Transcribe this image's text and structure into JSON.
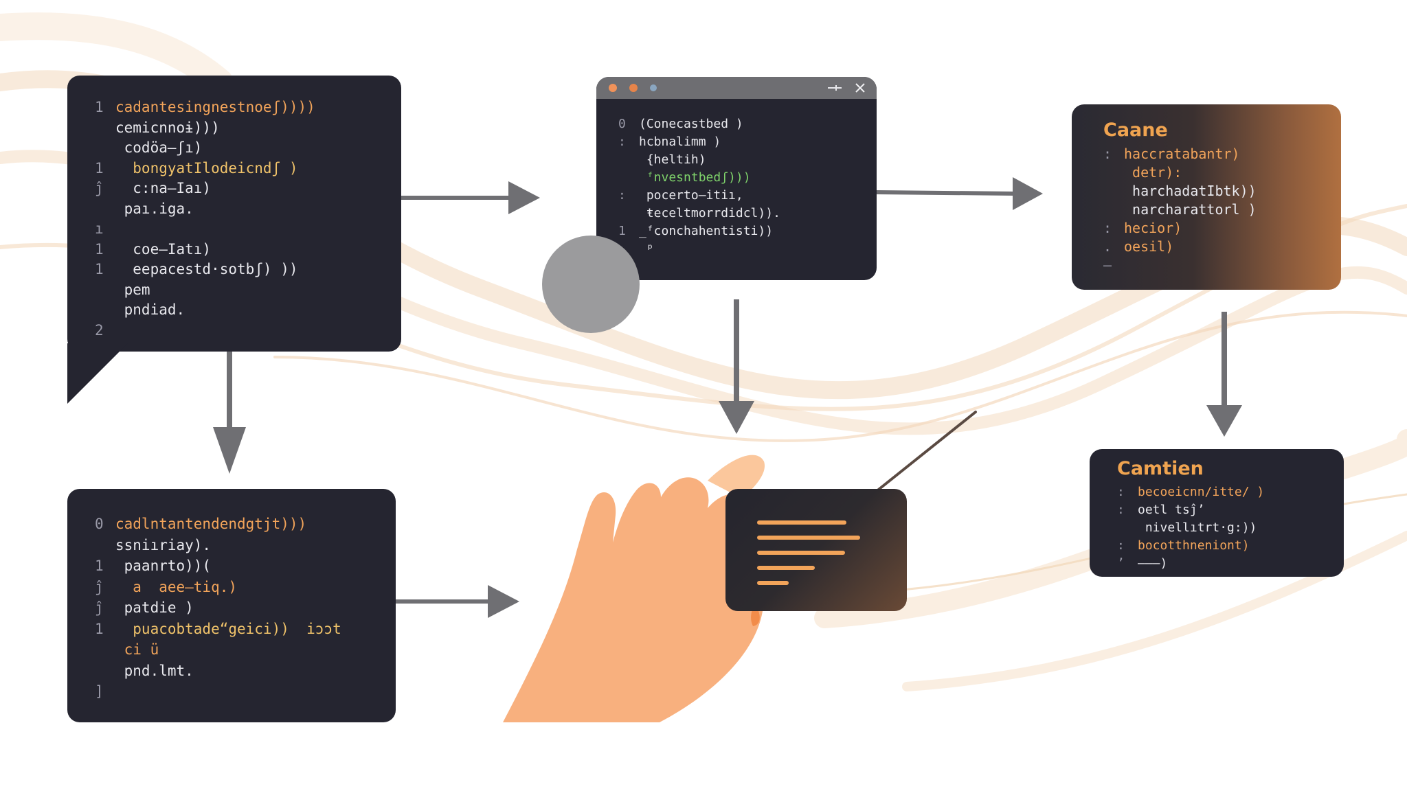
{
  "panels": {
    "top_left": {
      "lines": [
        {
          "num": "1",
          "text": "cadantesingnestnoeʃ))))",
          "color": "orange"
        },
        {
          "num": "",
          "text": "cemicnnoɨ)))",
          "color": "white"
        },
        {
          "num": "",
          "text": " codöa–ʃı)",
          "color": "white"
        },
        {
          "num": "1",
          "text": "  bongyatIlodeicndʃ )",
          "color": "yellow"
        },
        {
          "num": "ĵ",
          "text": "  c:na–Iaı)",
          "color": "white"
        },
        {
          "num": "",
          "text": " paı.iga.",
          "color": "white"
        },
        {
          "num": "ı",
          "text": "",
          "color": "white"
        },
        {
          "num": "1",
          "text": "  coe–Iatı)",
          "color": "white"
        },
        {
          "num": "1",
          "text": "  eepacestd·sotbʃ) ))",
          "color": "white"
        },
        {
          "num": "",
          "text": " pem",
          "color": "white"
        },
        {
          "num": "",
          "text": " pndiad.",
          "color": "white"
        },
        {
          "num": "2",
          "text": "",
          "color": "white"
        },
        {
          "num": ":",
          "text": "",
          "color": "white"
        }
      ]
    },
    "top_middle": {
      "lines": [
        {
          "num": "0",
          "text": "(Conecastbed )",
          "color": "white"
        },
        {
          "num": ":",
          "text": "hcbnalimm )",
          "color": "white"
        },
        {
          "num": "",
          "text": " {heltih)",
          "color": "white"
        },
        {
          "num": "",
          "text": " ᶠnvesntbedʃ)))",
          "color": "green"
        },
        {
          "num": ":",
          "text": " pocerto–itiı,",
          "color": "white"
        },
        {
          "num": "",
          "text": " ŧeceltmorrdidcl)).",
          "color": "white"
        },
        {
          "num": "1",
          "text": "_ᶠconchahentisti))",
          "color": "white"
        },
        {
          "num": "",
          "text": " ᵖ",
          "color": "white"
        }
      ]
    },
    "top_right": {
      "title": "Caane",
      "lines": [
        {
          "num": ":",
          "text": "haccratabantr)",
          "color": "orange"
        },
        {
          "num": "",
          "text": " detr):",
          "color": "orange"
        },
        {
          "num": "",
          "text": " harchadatIbtk))",
          "color": "white"
        },
        {
          "num": "",
          "text": " narcharattorl )",
          "color": "white"
        },
        {
          "num": ":",
          "text": "hecior)",
          "color": "orange"
        },
        {
          "num": ".",
          "text": "oesil)",
          "color": "orange"
        },
        {
          "num": "–",
          "text": "",
          "color": "white"
        }
      ]
    },
    "bottom_left": {
      "lines": [
        {
          "num": "0",
          "text": "cadlntantendendgtjt)))",
          "color": "orange"
        },
        {
          "num": "",
          "text": "ssniıriay).",
          "color": "white"
        },
        {
          "num": "1",
          "text": " paanrto))(",
          "color": "white"
        },
        {
          "num": "ĵ",
          "text": "  a  aee–tiq.)",
          "color": "orange"
        },
        {
          "num": "ĵ",
          "text": " patdie )",
          "color": "white"
        },
        {
          "num": "1",
          "text": "  puacobtade“geici))  iɔɔt",
          "color": "yellow"
        },
        {
          "num": "",
          "text": " ci ü",
          "color": "orange"
        },
        {
          "num": "",
          "text": " pnd.lmt.",
          "color": "white"
        },
        {
          "num": "]",
          "text": "",
          "color": "white"
        }
      ]
    },
    "bottom_right": {
      "title": "Camtien",
      "lines": [
        {
          "num": ":",
          "text": "becoeicnn/itte/ )",
          "color": "orange"
        },
        {
          "num": ":",
          "text": "oetl tsĵ’",
          "color": "white"
        },
        {
          "num": "",
          "text": " nivellıtrt·g:))",
          "color": "white"
        },
        {
          "num": ":",
          "text": "bocotthneniont)",
          "color": "orange"
        },
        {
          "num": "ʼ",
          "text": "–––)",
          "color": "white"
        }
      ]
    }
  },
  "icons": {
    "window_controls": [
      "minimize-icon",
      "close-icon"
    ],
    "document": "document-lines-icon",
    "hand": "hand-icon",
    "circle": "circle-icon"
  },
  "colors": {
    "panel": "#252530",
    "accent_orange": "#f2a45a",
    "code_green": "#7fd36b",
    "arrow": "#6f6f73",
    "hand": "#f8b07e",
    "wave": "#f3d9bd",
    "window_bar": "#6e6e72",
    "dot_orange": "#f0925a",
    "dot_blue": "#8aa6c0"
  }
}
